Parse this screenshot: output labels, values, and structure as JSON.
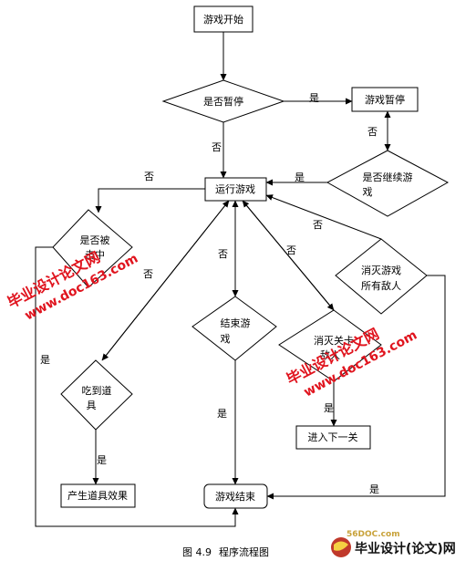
{
  "nodes": {
    "start": "游戏开始",
    "pause_q": "是否暂停",
    "pause": "游戏暂停",
    "continue_q_line1": "是否继续游",
    "continue_q_line2": "戏",
    "run": "运行游戏",
    "hit_q_line1": "是否被",
    "hit_q_line2": "击中",
    "end_q_line1": "结束游",
    "end_q_line2": "戏",
    "item_q_line1": "吃到道",
    "item_q_line2": "具",
    "item_effect": "产生道具效果",
    "kill_all_q_line1": "消灭游戏",
    "kill_all_q_line2": "所有敌人",
    "kill_q_line1": "消灭关卡",
    "kill_q_line2": "敌人",
    "next_level": "进入下一关",
    "game_over": "游戏结束"
  },
  "edge_labels": {
    "yes": "是",
    "no": "否"
  },
  "caption": {
    "number": "图 4.9",
    "text": "程序流程图"
  },
  "watermarks": {
    "site_cn": "毕业设计论文网",
    "site_url": "www.doc163.com",
    "corner_url": "56DOC.com",
    "corner_brand": "毕业设计(论文)网"
  }
}
